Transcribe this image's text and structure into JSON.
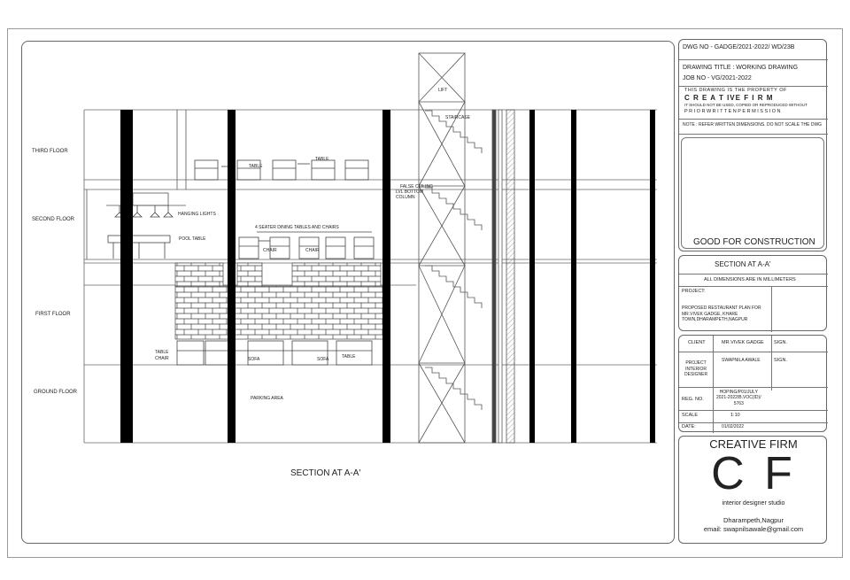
{
  "drawing": {
    "floor_labels": {
      "third": "THIRD FLOOR",
      "second": "SECOND FLOOR",
      "first": "FIRST FLOOR",
      "ground": "GROUND FLOOR"
    },
    "annotations": {
      "lift": "LIFT",
      "staircase": "STAIRCASE",
      "false_ceiling": "FALSE CEILING",
      "lvl_bottom": "LVL BOTTOM",
      "column": "COLUMN",
      "hanging_lights": "HANGING LIGHTS",
      "pool_table": "POOL TABLE",
      "dining_tables": "4 SEATER DINING TABLES AND CHAIRS",
      "chair_1": "CHAIR",
      "chair_2": "CHAIR",
      "table_top_1": "TABLE",
      "table_top_2": "TABLE",
      "table_chair": "TABLE\nCHAIR",
      "sofa_1": "SOFA",
      "sofa_2": "SOFA",
      "table_low": "TABLE",
      "parking": "PARKING AREA"
    },
    "section_caption": "SECTION AT A-A'"
  },
  "title_block": {
    "dwg_no": "DWG NO - GADGE/2021-2022/ WD/23B",
    "drawing_title": "DRAWING TITLE : WORKING DRAWING",
    "job_no": "JOB NO - VG/2021-2022",
    "property_line1": "THIS DRAWING IS THE PROPERTY OF",
    "property_firm": "C R E A T IVE  F I R M",
    "property_line2": "IT SHOULD NOT BE USED, COPIED OR REPRODUCED WITHOUT",
    "property_line3": "P R I O R  W R I T T E N  P E R M I S S I O N",
    "note": "NOTE : REFER WRITTEN DIMENSIONS. DO NOT SCALE THE DWG",
    "good_for_construction": "GOOD FOR CONSTRUCTION",
    "section_title": "SECTION AT A-A'",
    "dimensions_note": "ALL DIMENSIONS ARE IN MILLIMETERS",
    "project_label": "PROJECT:",
    "project_desc": "PROPOSED RESTAURANT PLAN FOR\nMR.VIVEK GADGE, KHARE\nTOWN,DHARAMPETH,NAGPUR",
    "client_label": "CLIENT",
    "client_value": "MR.VIVEK GADGE",
    "sign_label_1": "SIGN.",
    "designer_label": "PROJECT\nINTERIOR\nDESIGNER",
    "designer_value": "SWAPNILA AWALE",
    "sign_label_2": "SIGN.",
    "reg_label": "REG. NO.",
    "reg_value": "HOPING/P01/JULY\n2021-2022/B.VOC(ID)/\n5763",
    "scale_label": "SCALE",
    "scale_value": "1:10",
    "date_label": "DATE:",
    "date_value": "01/02/2022",
    "firm_name": "CREATIVE FIRM",
    "logo_letters": "C F",
    "studio": "interior designer studio",
    "address": "Dharampeth,Nagpur",
    "email": "email: swapnilsawale@gmail.com"
  }
}
